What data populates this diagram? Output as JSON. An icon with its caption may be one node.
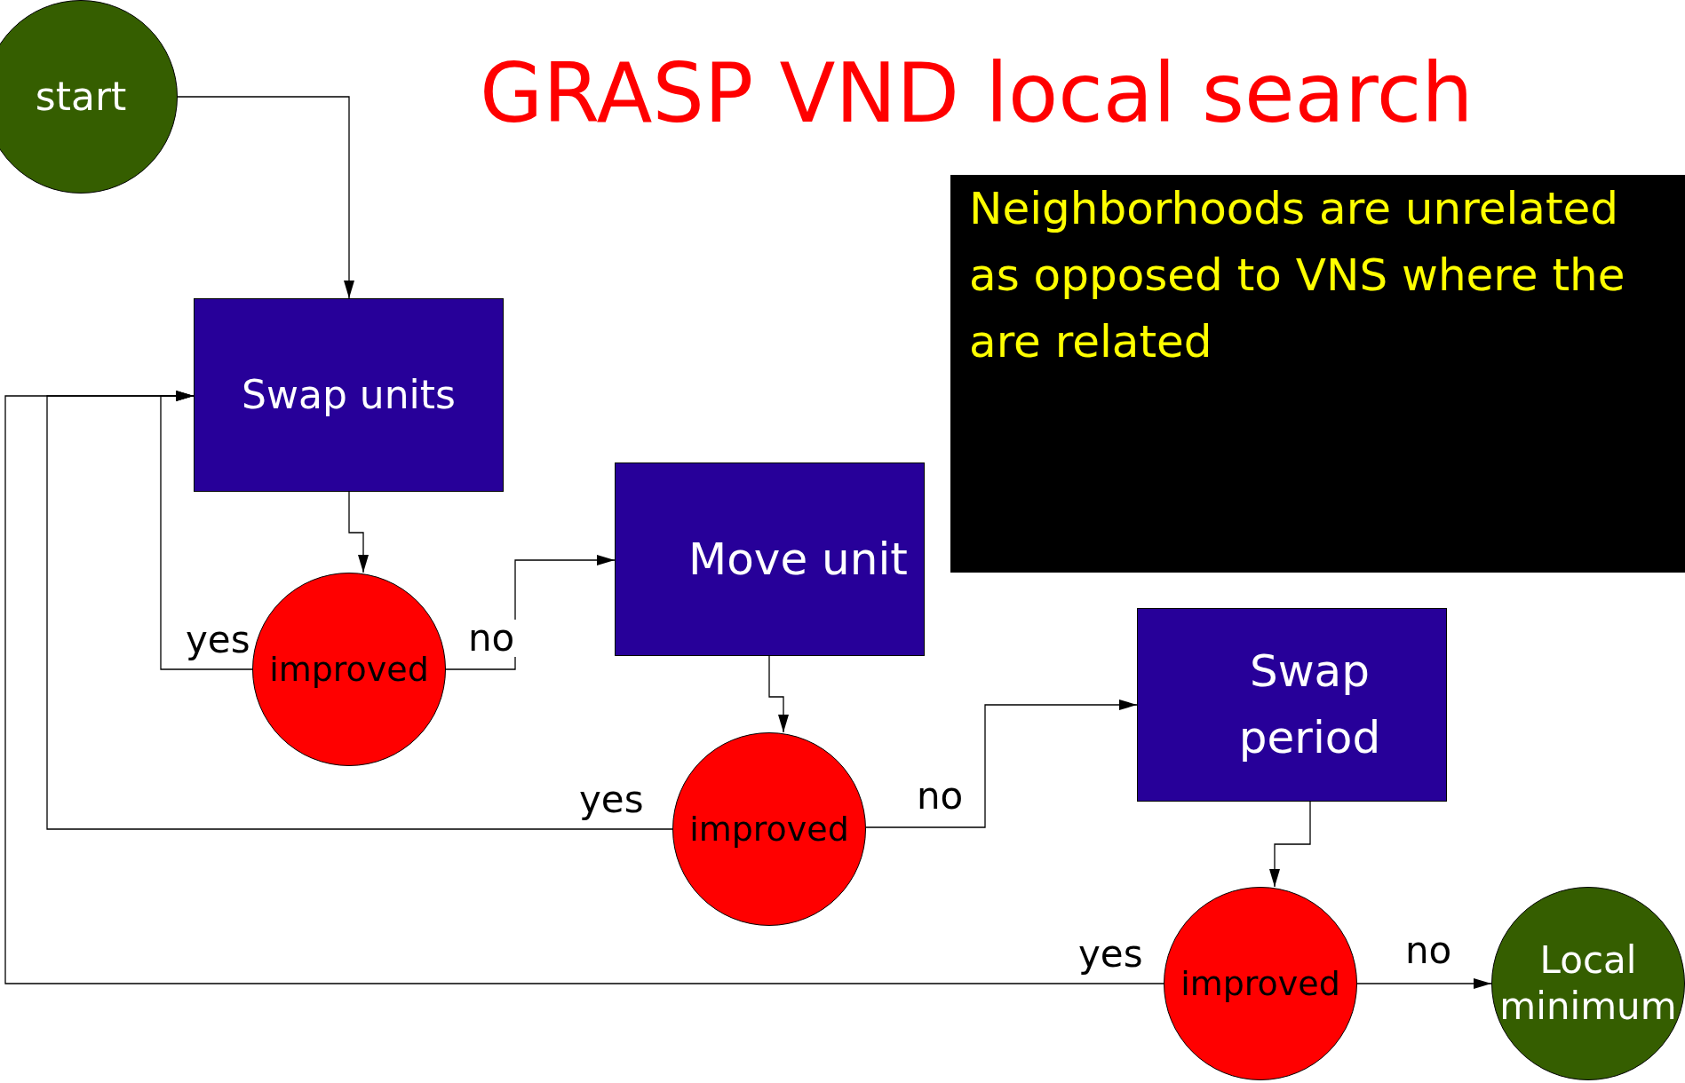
{
  "diagram": {
    "title": "GRASP VND local search",
    "nodes": [
      {
        "text": [
          "start"
        ]
      },
      {
        "text": [
          "Swap units"
        ]
      },
      {
        "text": [
          "improved"
        ]
      },
      {
        "text": [
          "Move unit"
        ]
      },
      {
        "text": [
          "improved"
        ]
      },
      {
        "text": [
          "Swap period"
        ]
      },
      {
        "text": [
          "improved"
        ]
      },
      {
        "text": [
          "Local minimum"
        ]
      },
      {
        "text": [
          "Neighborhoods are unrelated as opposed to VNS where the are related"
        ]
      }
    ],
    "edges": [
      {
        "from": 0,
        "to": 1,
        "arrow": "to"
      },
      {
        "from": 1,
        "to": 2,
        "arrow": "to"
      },
      {
        "from": 2,
        "to": 1,
        "arrow": "to",
        "label": "yes"
      },
      {
        "from": 2,
        "to": 3,
        "arrow": "to",
        "label": "no"
      },
      {
        "from": 3,
        "to": 4,
        "arrow": "to"
      },
      {
        "from": 4,
        "to": 1,
        "arrow": "to",
        "label": "yes"
      },
      {
        "from": 4,
        "to": 5,
        "arrow": "to",
        "label": "no"
      },
      {
        "from": 5,
        "to": 6,
        "arrow": "to"
      },
      {
        "from": 6,
        "to": 1,
        "arrow": "to",
        "label": "yes"
      },
      {
        "from": 6,
        "to": 7,
        "arrow": "to",
        "label": "no"
      }
    ]
  }
}
